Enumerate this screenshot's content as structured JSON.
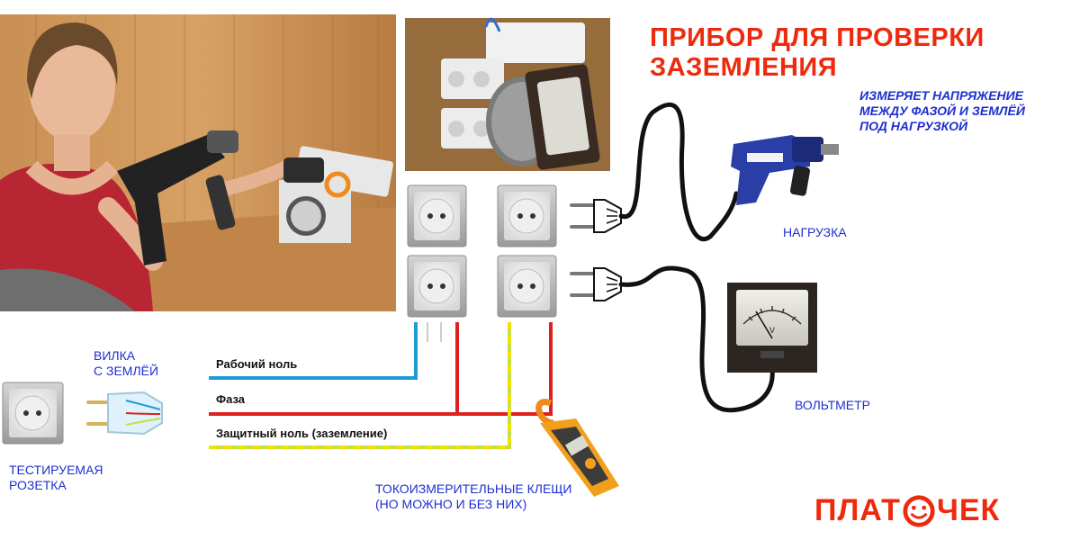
{
  "title": {
    "line1": "ПРИБОР ДЛЯ ПРОВЕРКИ",
    "line2": "ЗАЗЕМЛЕНИЯ"
  },
  "subtitle": {
    "line1": "ИЗМЕРЯЕТ НАПРЯЖЕНИЕ",
    "line2": "МЕЖДУ ФАЗОЙ И ЗЕМЛЁЙ",
    "line3": "ПОД НАГРУЗКОЙ"
  },
  "labels": {
    "load": "НАГРУЗКА",
    "voltmeter": "ВОЛЬТМЕТР",
    "plug_line1": "ВИЛКА",
    "plug_line2": "С ЗЕМЛЁЙ",
    "tested_line1": "ТЕСТИРУЕМАЯ",
    "tested_line2": "РОЗЕТКА",
    "clamp_line1": "ТОКОИЗМЕРИТЕЛЬНЫЕ КЛЕЩИ",
    "clamp_line2": "(НО МОЖНО И БЕЗ НИХ)"
  },
  "wires": {
    "neutral": "Рабочий ноль",
    "phase": "Фаза",
    "ground": "Защитный ноль (заземление)"
  },
  "logo": {
    "left": "ПЛАТ",
    "right": "ЧЕК"
  },
  "colors": {
    "title": "#ee2a0e",
    "labels": "#1d2fd0",
    "wire_blue": "#1e9bd7",
    "wire_red": "#dd2020",
    "wire_green": "#c6df43",
    "wire_yellow": "#f2e200"
  }
}
